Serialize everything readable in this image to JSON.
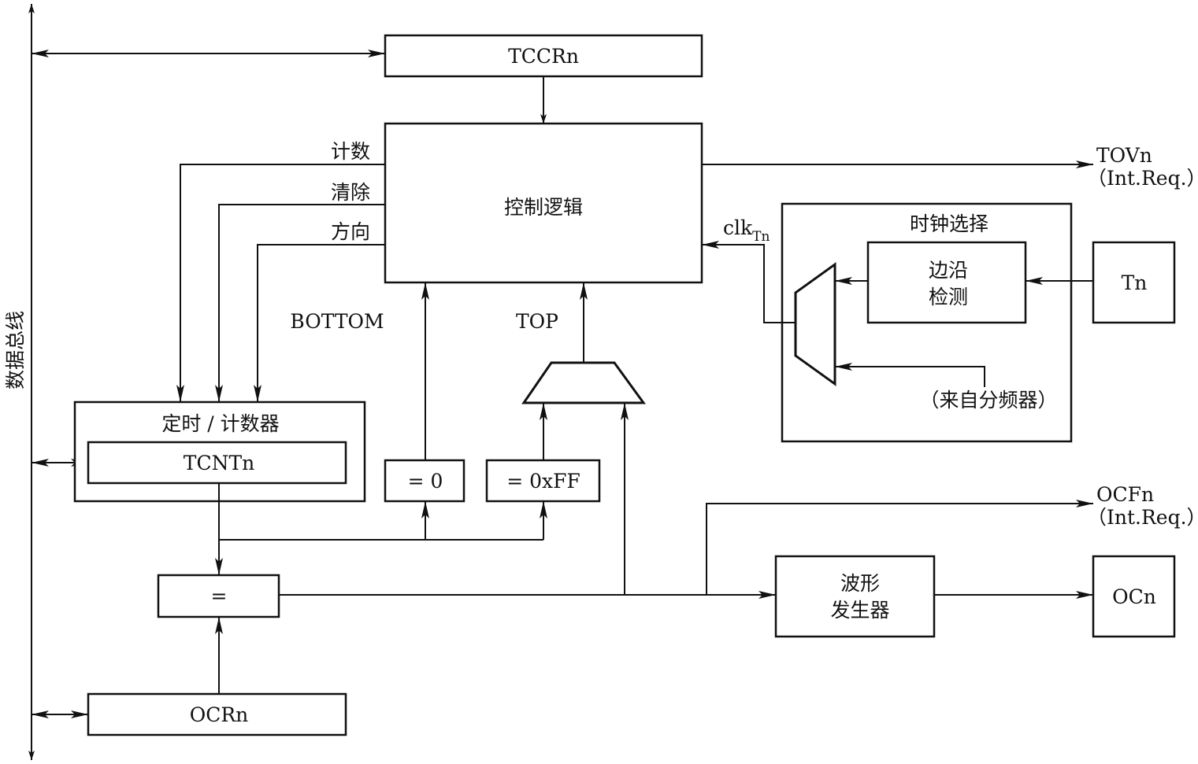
{
  "bus_label": "数据总线",
  "blocks": {
    "tccr": "TCCRn",
    "control_logic": "控制逻辑",
    "timer_counter": "定时 / 计数器",
    "tcnt": "TCNTn",
    "eq_zero": "= 0",
    "eq_ff": "= 0xFF",
    "compare": "=",
    "ocr": "OCRn",
    "waveform_line1": "波形",
    "waveform_line2": "发生器",
    "ocn": "OCn",
    "clock_select": "时钟选择",
    "edge_line1": "边沿",
    "edge_line2": "检测",
    "tn": "Tn"
  },
  "signals": {
    "count": "计数",
    "clear": "清除",
    "direction": "方向",
    "bottom": "BOTTOM",
    "top": "TOP",
    "clk": "clk",
    "clk_sub": "Tn",
    "tovn": "TOVn",
    "tovn_req": "（Int.Req.）",
    "ocfn": "OCFn",
    "ocfn_req": "（Int.Req.）",
    "prescaler": "（来自分频器）"
  },
  "colors": {
    "stroke": "#111111",
    "background": "#ffffff"
  }
}
